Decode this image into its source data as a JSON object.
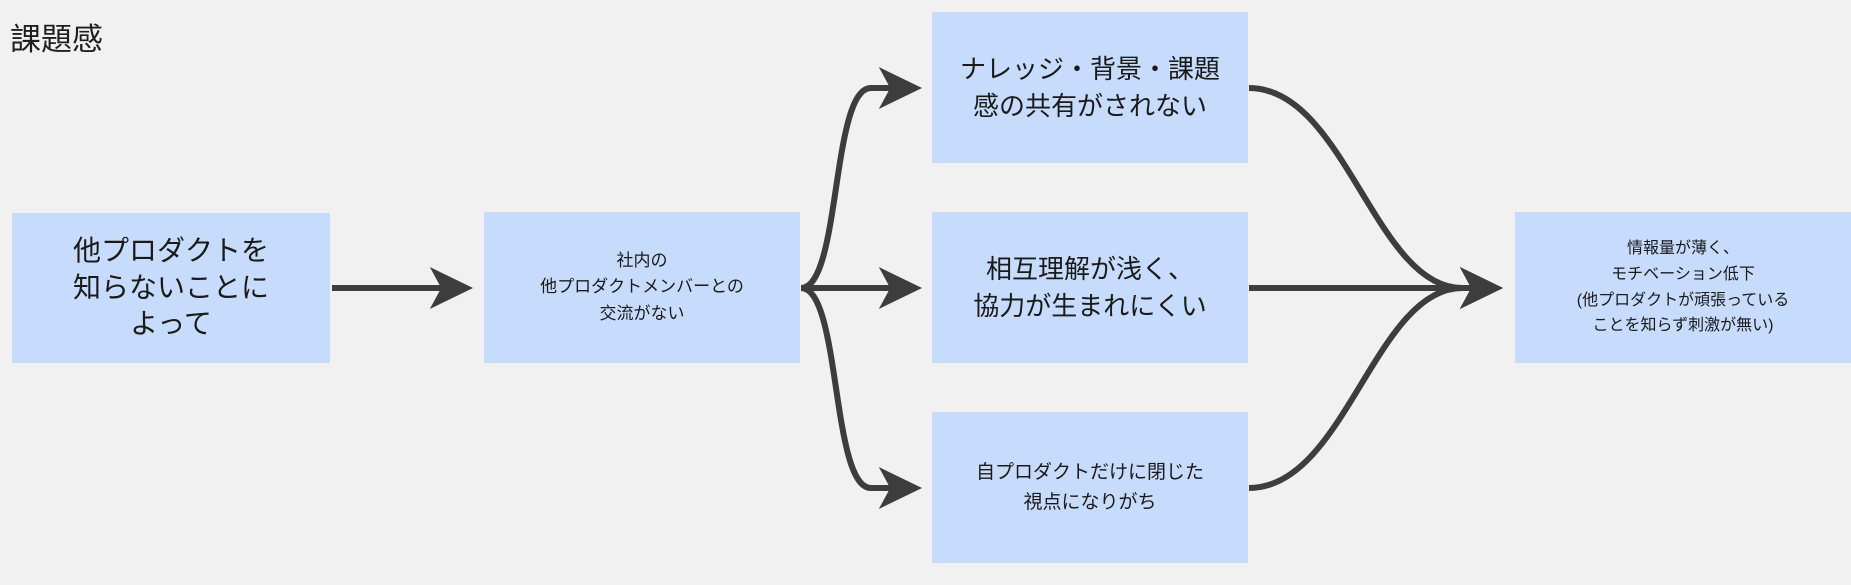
{
  "page": {
    "title": "課題感",
    "background_color": "#f1f1f1",
    "node_fill_color": "#c7dcfc",
    "edge_color": "#3d3d3d",
    "text_color": "#1a1a1a"
  },
  "nodes": [
    {
      "id": "cause",
      "name": "node-other-products-unknown",
      "text": "他プロダクトを\n知らないことに\nよって",
      "column": 1
    },
    {
      "id": "nocontact",
      "name": "node-no-internal-exchange",
      "text": "社内の\n他プロダクトメンバーとの\n交流がない",
      "column": 2
    },
    {
      "id": "knowledge",
      "name": "node-no-knowledge-sharing",
      "text": "ナレッジ・背景・課題\n感の共有がされない",
      "column": 3
    },
    {
      "id": "understanding",
      "name": "node-shallow-mutual-understanding",
      "text": "相互理解が浅く、\n協力が生まれにくい",
      "column": 3
    },
    {
      "id": "perspective",
      "name": "node-closed-perspective",
      "text": "自プロダクトだけに閉じた\n視点になりがち",
      "column": 3
    },
    {
      "id": "outcome",
      "name": "node-low-motivation-outcome",
      "text": "情報量が薄く、\nモチベーション低下\n(他プロダクトが頑張っている\nことを知らず刺激が無い)",
      "column": 4
    }
  ],
  "edges": [
    {
      "name": "edge-cause-to-nocontact",
      "from": "cause",
      "to": "nocontact",
      "shape": "straight"
    },
    {
      "name": "edge-nocontact-to-knowledge",
      "from": "nocontact",
      "to": "knowledge",
      "shape": "curve-up"
    },
    {
      "name": "edge-nocontact-to-understanding",
      "from": "nocontact",
      "to": "understanding",
      "shape": "straight"
    },
    {
      "name": "edge-nocontact-to-perspective",
      "from": "nocontact",
      "to": "perspective",
      "shape": "curve-down"
    },
    {
      "name": "edge-knowledge-to-outcome",
      "from": "knowledge",
      "to": "outcome",
      "shape": "curve-down"
    },
    {
      "name": "edge-understanding-to-outcome",
      "from": "understanding",
      "to": "outcome",
      "shape": "straight"
    },
    {
      "name": "edge-perspective-to-outcome",
      "from": "perspective",
      "to": "outcome",
      "shape": "curve-up"
    }
  ]
}
